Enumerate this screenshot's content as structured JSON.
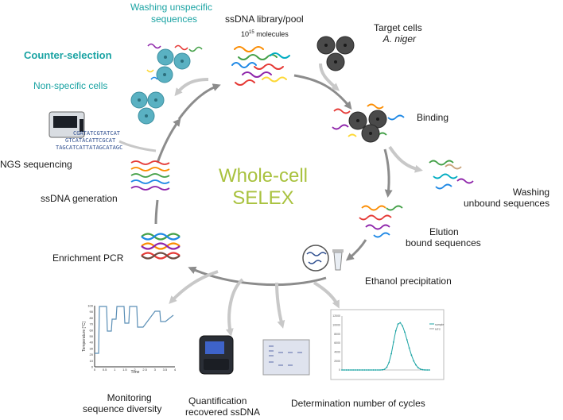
{
  "title": {
    "line1": "Whole-cell",
    "line2": "SELEX"
  },
  "labels": {
    "washing_unspecific": [
      "Washing unspecific",
      "sequences"
    ],
    "library": "ssDNA library/pool",
    "molecules_prefix": "10",
    "molecules_exp": "15",
    "molecules_suffix": " molecules",
    "target": "Target cells",
    "target_species": "A. niger",
    "counter": "Counter-selection",
    "nonspecific": "Non-specific cells",
    "binding": "Binding",
    "ngs": "NGS sequencing",
    "ssdna_gen": "ssDNA generation",
    "washing_unbound": [
      "Washing",
      "unbound sequences"
    ],
    "elution": [
      "Elution",
      "bound sequences"
    ],
    "enrichment": "Enrichment PCR",
    "ethanol": "Ethanol precipitation",
    "monitoring": [
      "Monitoring",
      "sequence diversity"
    ],
    "quantification": [
      "Quantification",
      "recovered ssDNA"
    ],
    "determination": "Determination number of cycles"
  },
  "sequencer_text": [
    "CGATATCGTATCAT",
    "GTCATACATTCGCAT",
    "TAGCATCATTATAGCATAGC"
  ],
  "colors": {
    "accent_green": "#a9c23f",
    "teal": "#1aa3a3",
    "arrow": "#8c8c8c",
    "cell_teal": "#5ab1c2",
    "cell_dark": "#4a4a4a",
    "strands": [
      "#e53935",
      "#43a047",
      "#1e88e5",
      "#fb8c00",
      "#8e24aa",
      "#fdd835",
      "#00acc1"
    ]
  },
  "thermo_chart": {
    "ylabel": "Temperature [°C]",
    "xlabel": "Time",
    "y_ticks": [
      "100",
      "90",
      "80",
      "70",
      "60",
      "50",
      "40",
      "30",
      "20",
      "10",
      "0"
    ],
    "x_ticks": [
      "0",
      "0.5",
      "1",
      "1.5",
      "2",
      "2.5",
      "3",
      "3.5",
      "4"
    ]
  },
  "chart_data": {
    "type": "line",
    "x": [
      1,
      2,
      3,
      4,
      5,
      6,
      7,
      8,
      9,
      10,
      11,
      12,
      13,
      14,
      15,
      16,
      17,
      18,
      19,
      20,
      21,
      22,
      23,
      24,
      25,
      26,
      27,
      28,
      29,
      30,
      31,
      32,
      33,
      34,
      35,
      36,
      37,
      38,
      39,
      40
    ],
    "series": [
      {
        "values": [
          0,
          0,
          0,
          0,
          0,
          0,
          0,
          0,
          0,
          0,
          0,
          0,
          0,
          0,
          0,
          0,
          0,
          5,
          30,
          160,
          600,
          1700,
          3600,
          6200,
          8700,
          10200,
          10500,
          9800,
          8400,
          6700,
          4900,
          3300,
          2000,
          1100,
          500,
          200,
          60,
          10,
          0,
          0
        ]
      }
    ],
    "ylim": [
      0,
      12000
    ],
    "y_ticks": [
      "12000",
      "10000",
      "8000",
      "6000",
      "4000",
      "2000",
      "0"
    ],
    "legend": [
      "sample",
      "NTC"
    ]
  }
}
